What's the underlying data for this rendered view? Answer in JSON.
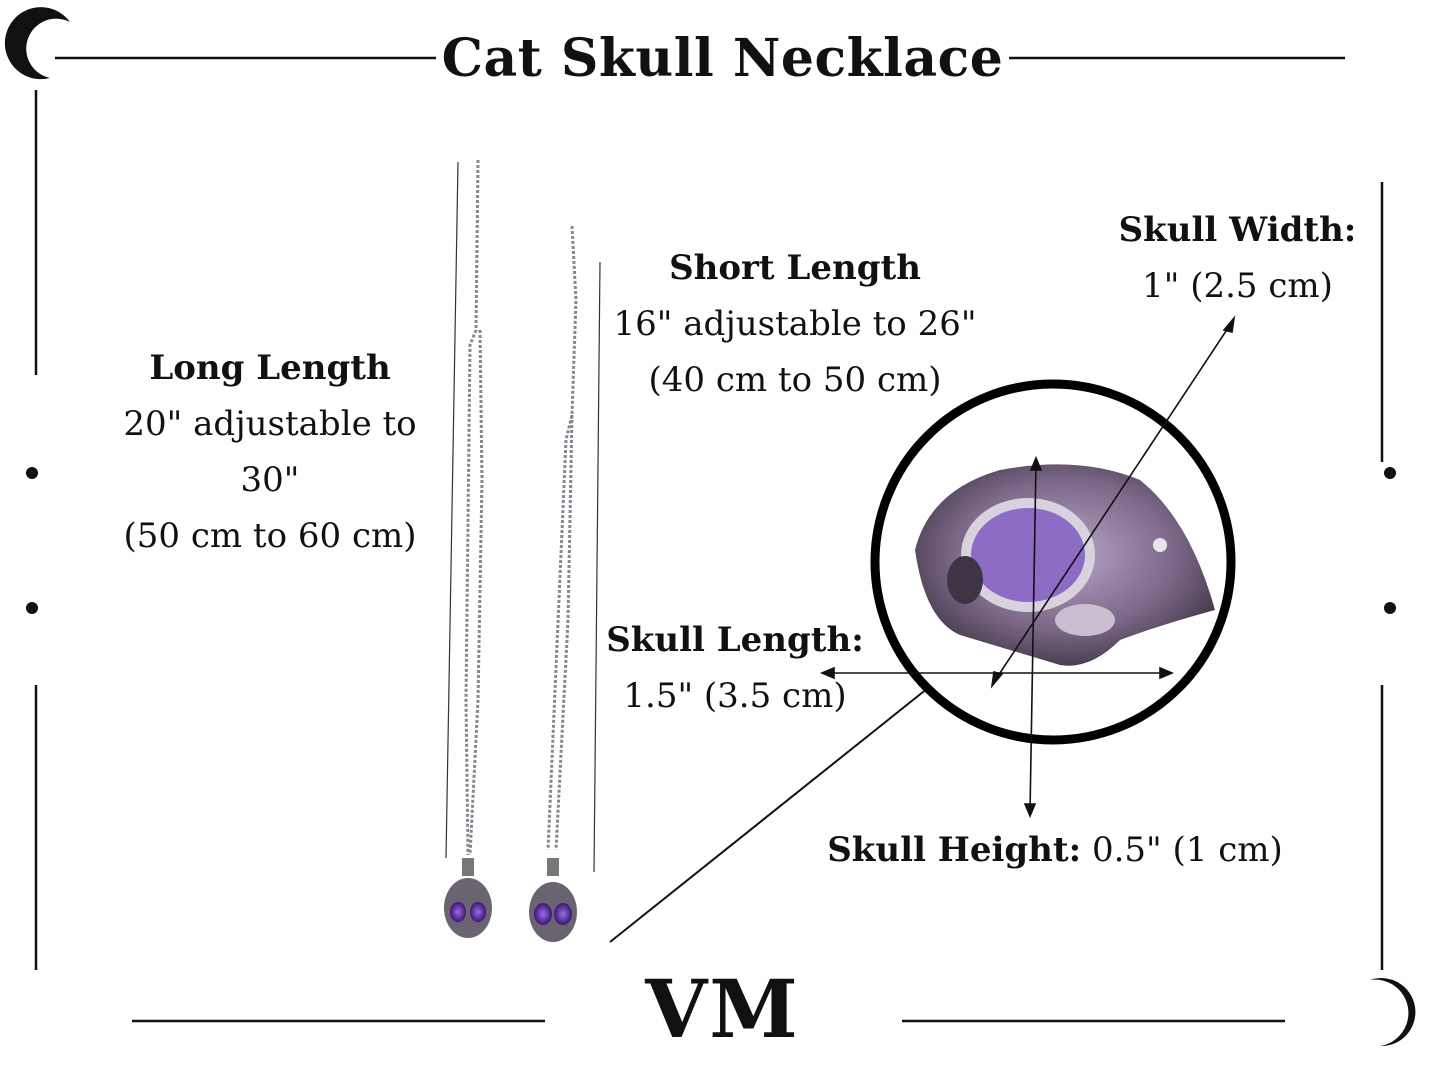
{
  "title": "Cat Skull Necklace",
  "long_length": {
    "heading": "Long Length",
    "line1": "20\" adjustable to",
    "line2": "30\"",
    "line3": "(50 cm to 60 cm)"
  },
  "short_length": {
    "heading": "Short Length",
    "line1": "16\" adjustable to  26\"",
    "line2": "(40 cm to 50 cm)"
  },
  "skull_width": {
    "heading": "Skull Width:",
    "value": "1\" (2.5 cm)"
  },
  "skull_length": {
    "heading": "Skull Length:",
    "value": "1.5\" (3.5 cm)"
  },
  "skull_height": {
    "heading": "Skull Height:",
    "value": "0.5\" (1 cm)"
  },
  "logo": "VM",
  "colors": {
    "ink": "#111111",
    "chain": "#8a8590",
    "skull": "#6a6470",
    "eye": "#5a2aa8",
    "lens_bg": "#7d6a8a"
  },
  "icons": [
    "crescent-moon-icon",
    "dot-icon",
    "chain-icon",
    "skull-pendant-icon"
  ]
}
